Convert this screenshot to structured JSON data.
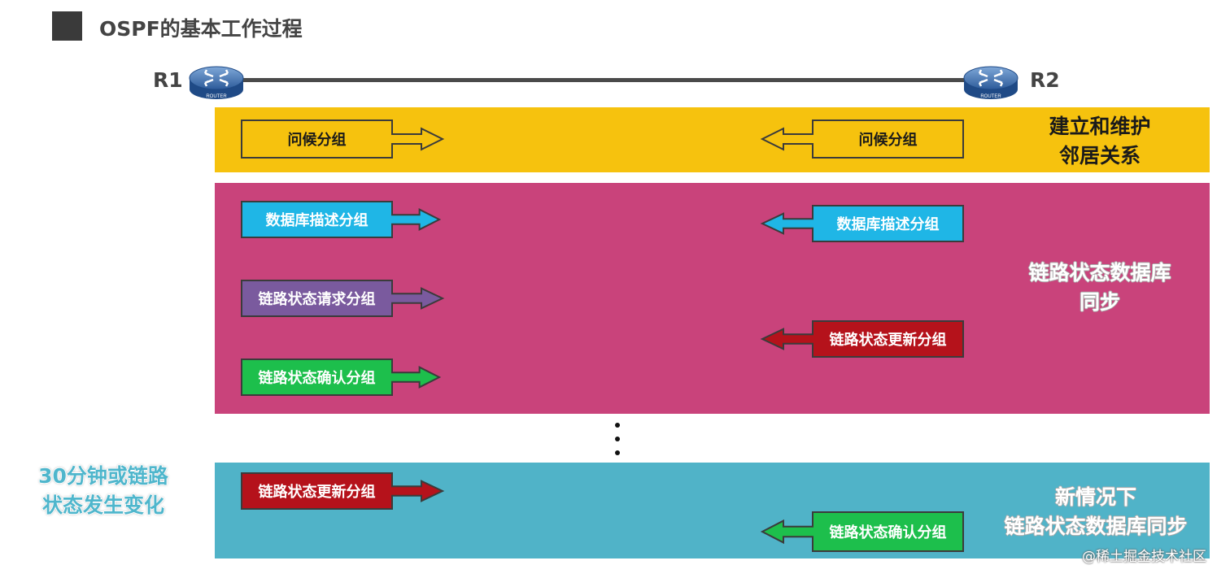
{
  "title": "OSPF的基本工作过程",
  "routers": {
    "r1": {
      "label": "R1",
      "badge": "ROUTER"
    },
    "r2": {
      "label": "R2",
      "badge": "ROUTER"
    }
  },
  "phases": {
    "neighbor": {
      "label_line1": "建立和维护",
      "label_line2": "邻居关系",
      "color": "#f6c20e"
    },
    "sync": {
      "label_line1": "链路状态数据库",
      "label_line2": "同步",
      "color": "#c9437b"
    },
    "update": {
      "label_line1": "新情况下",
      "label_line2": "链路状态数据库同步",
      "color": "#50b3c8"
    }
  },
  "packets": {
    "hello_r1": {
      "label": "问候分组",
      "direction": "to-r2",
      "fill": "#f6c20e",
      "text_color": "#1a1a1a"
    },
    "hello_r2": {
      "label": "问候分组",
      "direction": "to-r1",
      "fill": "#f6c20e",
      "text_color": "#1a1a1a"
    },
    "dd_r1": {
      "label": "数据库描述分组",
      "direction": "to-r2",
      "fill": "#1fb6e6",
      "text_color": "#ffffff"
    },
    "dd_r2": {
      "label": "数据库描述分组",
      "direction": "to-r1",
      "fill": "#1fb6e6",
      "text_color": "#ffffff"
    },
    "lsr_r1": {
      "label": "链路状态请求分组",
      "direction": "to-r2",
      "fill": "#7a5a9e",
      "text_color": "#ffffff"
    },
    "lsu_r2": {
      "label": "链路状态更新分组",
      "direction": "to-r1",
      "fill": "#b5121b",
      "text_color": "#ffffff"
    },
    "lsack_r1": {
      "label": "链路状态确认分组",
      "direction": "to-r2",
      "fill": "#1dbf4c",
      "text_color": "#ffffff"
    },
    "lsu_r1_new": {
      "label": "链路状态更新分组",
      "direction": "to-r2",
      "fill": "#b5121b",
      "text_color": "#ffffff"
    },
    "lsack_r2_new": {
      "label": "链路状态确认分组",
      "direction": "to-r1",
      "fill": "#1dbf4c",
      "text_color": "#ffffff"
    }
  },
  "trigger_note": {
    "line1": "30分钟或链路",
    "line2": "状态发生变化"
  },
  "watermark": "@稀土掘金技术社区"
}
